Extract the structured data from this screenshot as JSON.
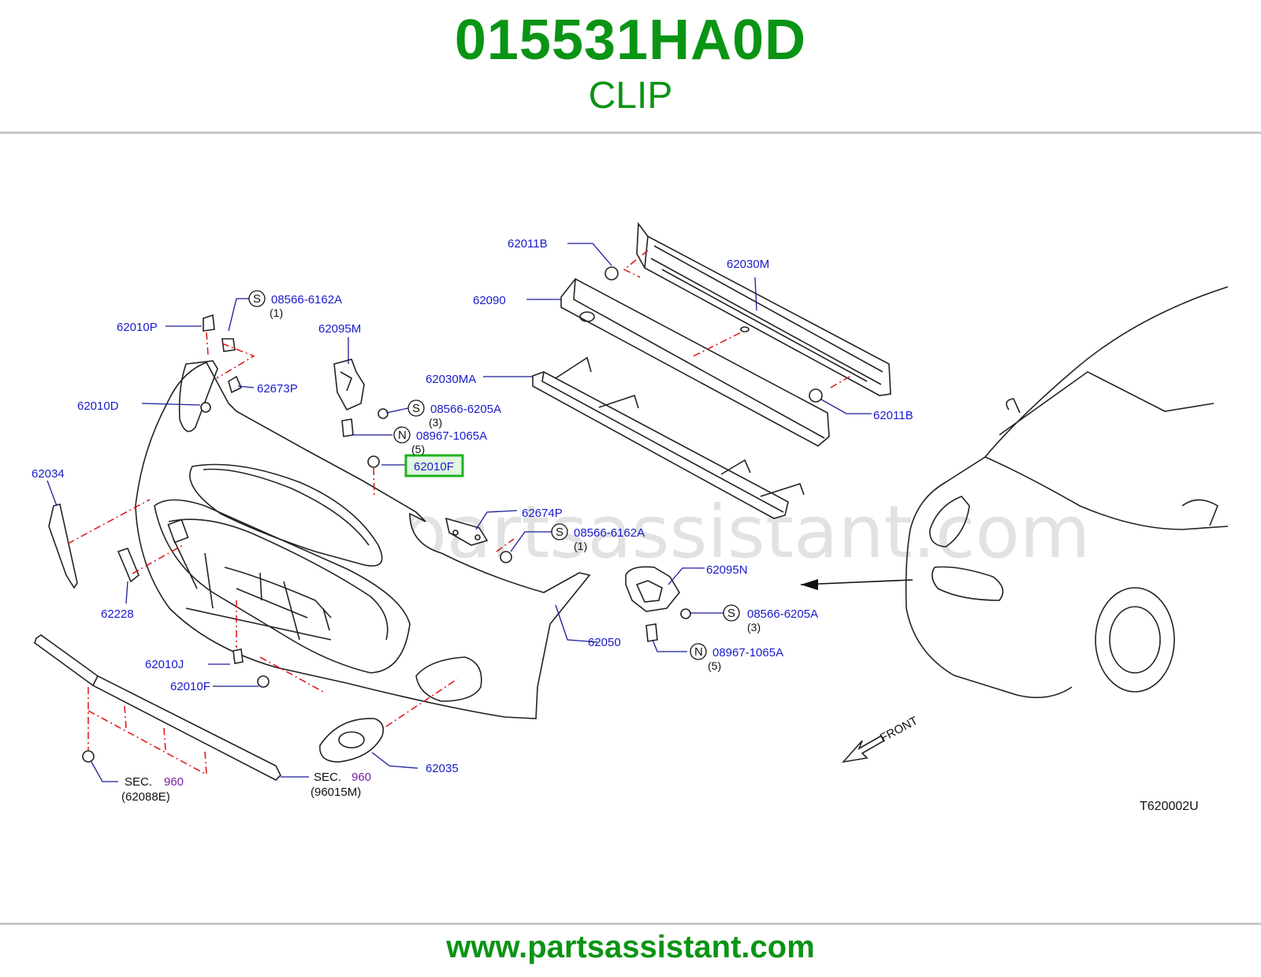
{
  "header": {
    "part_number": "015531HA0D",
    "part_name": "CLIP"
  },
  "footer": {
    "url": "www.partsassistant.com"
  },
  "diagram": {
    "watermark": "www.partsassistant.com",
    "highlight_color": "#1db31d",
    "accent_color": "#0a9414",
    "callout_color": "#1a1acc",
    "figure_code": "T620002U",
    "front_label": "FRONT",
    "labels": {
      "p62011B_top": "62011B",
      "p62030M": "62030M",
      "p62090": "62090",
      "p08566_6162A_a": "08566-6162A",
      "p08566_6162A_a_qty": "(1)",
      "p62010P": "62010P",
      "p62095M": "62095M",
      "p62673P": "62673P",
      "p62030MA": "62030MA",
      "p62011B_right": "62011B",
      "p62010D": "62010D",
      "p08566_6205A_a": "08566-6205A",
      "p08566_6205A_a_qty": "(3)",
      "p08967_1065A_a": "08967-1065A",
      "p08967_1065A_a_qty": "(5)",
      "p62010F_highlight": "62010F",
      "p62034": "62034",
      "p62674P": "62674P",
      "p08566_6162A_b": "08566-6162A",
      "p08566_6162A_b_qty": "(1)",
      "p62228": "62228",
      "p62095N": "62095N",
      "p08566_6205A_b": "08566-6205A",
      "p08566_6205A_b_qty": "(3)",
      "p62050": "62050",
      "p08967_1065A_b": "08967-1065A",
      "p08967_1065A_b_qty": "(5)",
      "p62010J": "62010J",
      "p62010F_lower": "62010F",
      "p62035": "62035",
      "sec_prefix_a": "SEC.",
      "sec_num_a": "960",
      "sec_ref_a": "(62088E)",
      "sec_prefix_b": "SEC.",
      "sec_num_b": "960",
      "sec_ref_b": "(96015M)",
      "badge_s": "S",
      "badge_n": "N"
    }
  }
}
